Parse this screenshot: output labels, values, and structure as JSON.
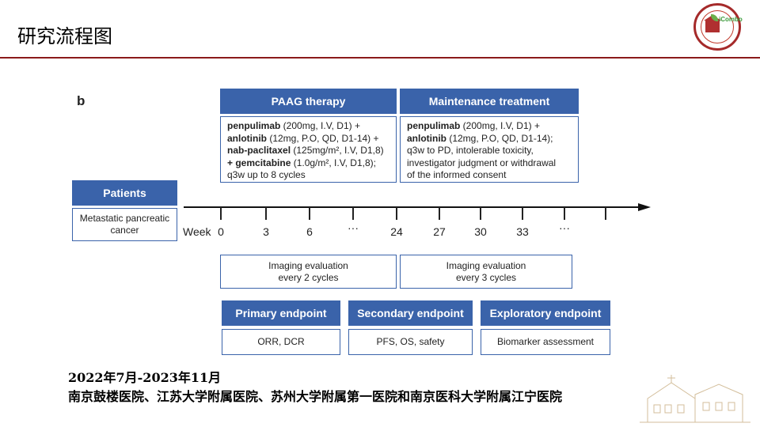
{
  "slide": {
    "title": "研究流程图",
    "logo_text": "iCombo"
  },
  "diagram": {
    "panel_label": "b",
    "paag": {
      "header": "PAAG therapy",
      "lines": [
        {
          "bold": "penpulimab",
          "rest": " (200mg, I.V, D1) +"
        },
        {
          "bold": "anlotinib",
          "rest": " (12mg, P.O, QD, D1-14) +"
        },
        {
          "bold": "nab-paclitaxel",
          "rest": " (125mg/m², I.V, D1,8)"
        },
        {
          "bold": "+ gemcitabine",
          "rest": " (1.0g/m², I.V, D1,8);"
        },
        {
          "bold": "",
          "rest": "q3w up to 8 cycles"
        }
      ]
    },
    "maintenance": {
      "header": "Maintenance treatment",
      "lines": [
        {
          "bold": "penpulimab",
          "rest": " (200mg, I.V, D1) +"
        },
        {
          "bold": "anlotinib",
          "rest": " (12mg, P.O, QD, D1-14);"
        },
        {
          "bold": "",
          "rest": "q3w to PD, intolerable toxicity,"
        },
        {
          "bold": "",
          "rest": "investigator judgment or withdrawal"
        },
        {
          "bold": "",
          "rest": "of the informed consent"
        }
      ]
    },
    "patients": {
      "header": "Patients",
      "text_line1": "Metastatic pancreatic",
      "text_line2": "cancer"
    },
    "timeline": {
      "axis_label": "Week",
      "ticks": [
        "0",
        "3",
        "6",
        "···",
        "24",
        "27",
        "30",
        "33",
        "···"
      ]
    },
    "imaging": [
      {
        "line1": "Imaging evaluation",
        "line2": "every 2 cycles"
      },
      {
        "line1": "Imaging evaluation",
        "line2": "every 3 cycles"
      }
    ],
    "endpoints": [
      {
        "header": "Primary endpoint",
        "value": "ORR, DCR"
      },
      {
        "header": "Secondary endpoint",
        "value": "PFS, OS, safety"
      },
      {
        "header": "Exploratory endpoint",
        "value": "Biomarker assessment"
      }
    ],
    "colors": {
      "header_blue": "#3a63aa",
      "title_rule": "#8b1a1a"
    }
  },
  "footer": {
    "period": "2022年7月-2023年11月",
    "sites": "南京鼓楼医院、江苏大学附属医院、苏州大学附属第一医院和南京医科大学附属江宁医院"
  }
}
